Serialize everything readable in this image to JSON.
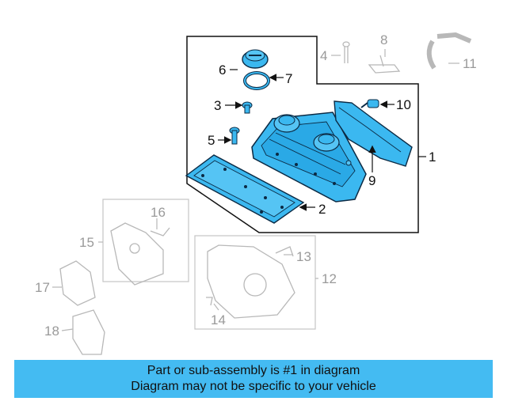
{
  "callouts": [
    {
      "id": "1",
      "label": "1",
      "state": "highlighted"
    },
    {
      "id": "2",
      "label": "2",
      "state": "highlighted"
    },
    {
      "id": "3",
      "label": "3",
      "state": "highlighted"
    },
    {
      "id": "4",
      "label": "4",
      "state": "faded"
    },
    {
      "id": "5",
      "label": "5",
      "state": "highlighted"
    },
    {
      "id": "6",
      "label": "6",
      "state": "highlighted"
    },
    {
      "id": "7",
      "label": "7",
      "state": "highlighted"
    },
    {
      "id": "8",
      "label": "8",
      "state": "faded"
    },
    {
      "id": "9",
      "label": "9",
      "state": "highlighted"
    },
    {
      "id": "10",
      "label": "10",
      "state": "highlighted"
    },
    {
      "id": "11",
      "label": "11",
      "state": "faded"
    },
    {
      "id": "12",
      "label": "12",
      "state": "faded"
    },
    {
      "id": "13",
      "label": "13",
      "state": "faded"
    },
    {
      "id": "14",
      "label": "14",
      "state": "faded"
    },
    {
      "id": "15",
      "label": "15",
      "state": "faded"
    },
    {
      "id": "16",
      "label": "16",
      "state": "faded"
    },
    {
      "id": "17",
      "label": "17",
      "state": "faded"
    },
    {
      "id": "18",
      "label": "18",
      "state": "faded"
    }
  ],
  "banner": {
    "line1": "Part or sub-assembly is #1 in diagram",
    "line2": "Diagram may not be specific to your vehicle"
  },
  "colors": {
    "highlight_fill": "#3bb8f0",
    "highlight_stroke": "#0b2a44",
    "faded_stroke": "#b8b8b8",
    "banner_bg": "#44bbf2"
  }
}
